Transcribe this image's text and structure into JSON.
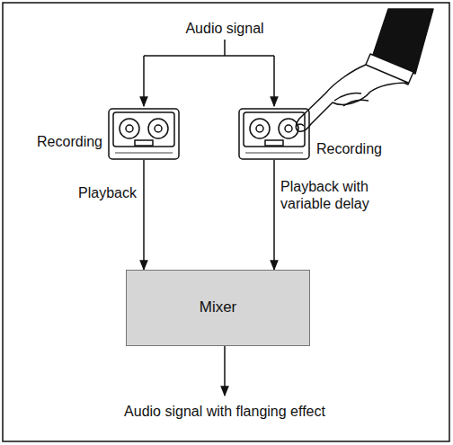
{
  "diagram": {
    "nodes": [
      {
        "text": [
          "Recording"
        ]
      },
      {
        "text": [
          "Recording"
        ]
      },
      {
        "text": [
          "Mixer"
        ]
      }
    ],
    "edges": [
      {
        "from": 0,
        "to": 2,
        "label": "Playback",
        "arrow": "to"
      },
      {
        "from": 1,
        "to": 2,
        "label": "Playback with variable delay",
        "arrow": "to"
      }
    ],
    "labels": [
      "Audio signal",
      "Audio signal with flanging effect"
    ]
  }
}
